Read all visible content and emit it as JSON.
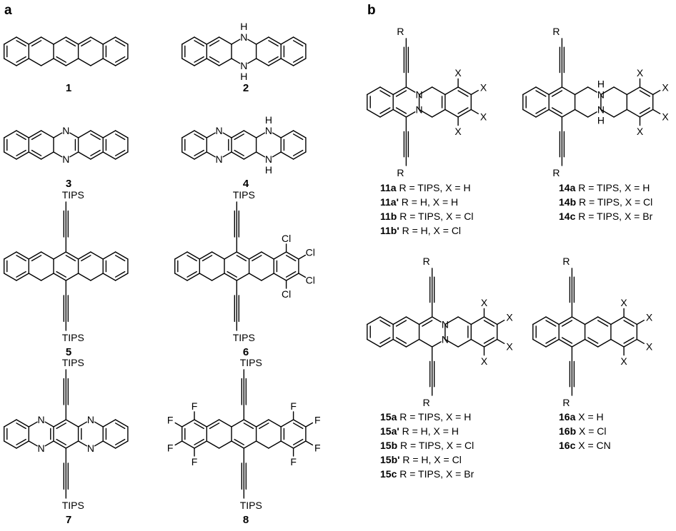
{
  "panels": {
    "a": "a",
    "b": "b"
  },
  "atoms": {
    "N": "N",
    "H": "H",
    "NH": "NH",
    "TIPS": "TIPS",
    "Cl": "Cl",
    "F": "F",
    "R": "R",
    "X": "X"
  },
  "compounds": {
    "c1": "1",
    "c2": "2",
    "c3": "3",
    "c4": "4",
    "c5": "5",
    "c6": "6",
    "c7": "7",
    "c8": "8"
  },
  "captions": {
    "c11": [
      {
        "id": "11a",
        "text": "R = TIPS, X = H"
      },
      {
        "id": "11a'",
        "text": "R = H, X = H"
      },
      {
        "id": "11b",
        "text": "R = TIPS, X = Cl"
      },
      {
        "id": "11b'",
        "text": "R = H, X = Cl"
      }
    ],
    "c14": [
      {
        "id": "14a",
        "text": "R = TIPS, X = H"
      },
      {
        "id": "14b",
        "text": "R = TIPS, X = Cl"
      },
      {
        "id": "14c",
        "text": "R = TIPS, X = Br"
      }
    ],
    "c15": [
      {
        "id": "15a",
        "text": "R = TIPS, X = H"
      },
      {
        "id": "15a'",
        "text": "R = H, X = H"
      },
      {
        "id": "15b",
        "text": "R = TIPS, X = Cl"
      },
      {
        "id": "15b'",
        "text": "R = H, X = Cl"
      },
      {
        "id": "15c",
        "text": "R = TIPS, X = Br"
      }
    ],
    "c16": [
      {
        "id": "16a",
        "text": "X = H"
      },
      {
        "id": "16b",
        "text": "X = Cl"
      },
      {
        "id": "16c",
        "text": "X = CN"
      }
    ]
  }
}
